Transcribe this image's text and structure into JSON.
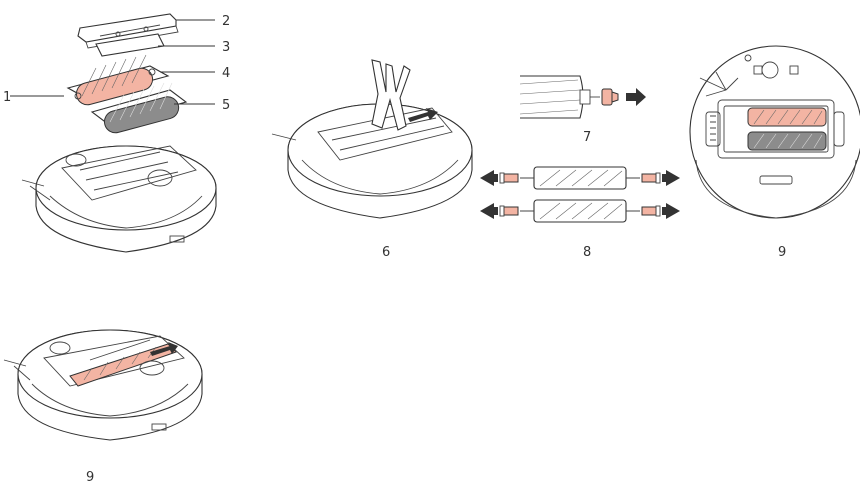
{
  "callouts": {
    "c1": "1",
    "c2": "2",
    "c3": "3",
    "c4": "4",
    "c5": "5"
  },
  "step_labels": {
    "s6": "6",
    "s7": "7",
    "s8": "8",
    "s9a": "9",
    "s9b": "9"
  },
  "colors": {
    "main_brush": "#f3b4a3",
    "secondary_brush": "#8c8c8c",
    "line": "#333333"
  }
}
